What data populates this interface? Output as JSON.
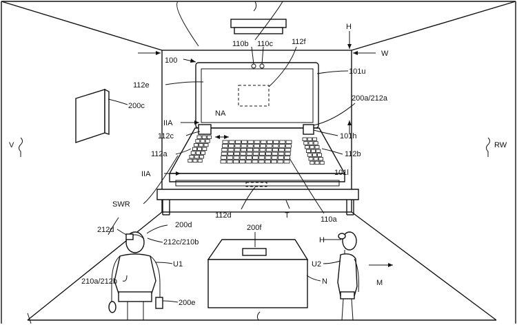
{
  "labels": {
    "l_100": "100",
    "l_110b": "110b",
    "l_110c": "110c",
    "l_112f": "112f",
    "l_H_top": "H",
    "l_W": "W",
    "l_101u": "101u",
    "l_112e": "112e",
    "l_200c": "200c",
    "l_NA": "NA",
    "l_200a212a": "200a/212a",
    "l_IIA_top": "IIA",
    "l_112c": "112c",
    "l_101h": "101h",
    "l_V": "V",
    "l_RW": "RW",
    "l_112a": "112a",
    "l_112b": "112b",
    "l_IIA_mid": "IIA",
    "l_101l": "101l",
    "l_SWR": "SWR",
    "l_112d": "112d",
    "l_T": "T",
    "l_110a": "110a",
    "l_212d": "212d",
    "l_200d": "200d",
    "l_200f": "200f",
    "l_212c210b": "212c/210b",
    "l_H_person": "H",
    "l_U1": "U1",
    "l_U2": "U2",
    "l_M": "M",
    "l_210a212b": "210a/212b",
    "l_N": "N",
    "l_200e": "200e"
  }
}
